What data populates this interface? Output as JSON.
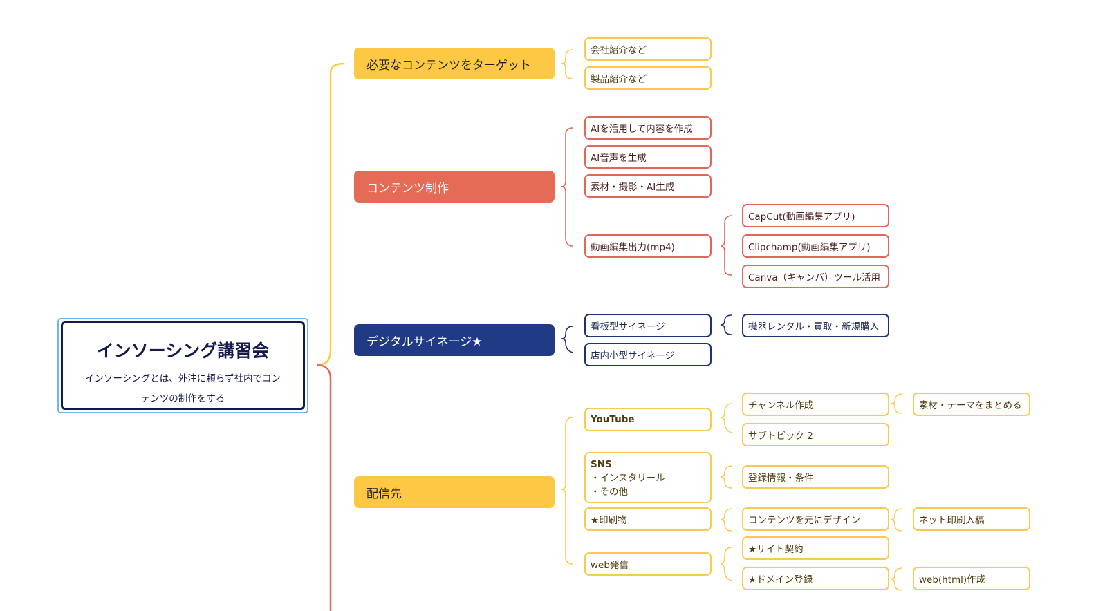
{
  "colors": {
    "yellow": "#fdc843",
    "red": "#e56b57",
    "blue": "#213a85",
    "navy": "#141a4d",
    "leaf_yellow_border": "#f8cb50",
    "leaf_red_border": "#e0675b",
    "leaf_blue_border": "#1e3270"
  },
  "root": {
    "title": "インソーシング講習会",
    "desc_line1": "インソーシングとは、外注に頼らず社内でコン",
    "desc_line2": "テンツの制作をする"
  },
  "branches": {
    "target": {
      "label": "必要なコンテンツをターゲット",
      "children": [
        "会社紹介など",
        "製品紹介など"
      ]
    },
    "production": {
      "label": "コンテンツ制作",
      "children": [
        "AIを活用して内容を作成",
        "AI音声を生成",
        "素材・撮影・AI生成",
        "動画編集出力(mp4)"
      ],
      "video_tools": [
        "CapCut(動画編集アプリ)",
        "Clipchamp(動画編集アプリ)",
        "Canva（キャンバ）ツール活用"
      ]
    },
    "signage": {
      "label": "デジタルサイネージ★",
      "children": [
        "看板型サイネージ",
        "店内小型サイネージ"
      ],
      "billboard_child": "機器レンタル・買取・新規購入"
    },
    "delivery": {
      "label": "配信先",
      "youtube": "YouTube",
      "youtube_children": [
        "チャンネル作成",
        "サブトピック 2"
      ],
      "channel_child": "素材・テーマをまとめる",
      "sns_title": "SNS",
      "sns_items": [
        "・インスタリール",
        "・その他"
      ],
      "sns_child": "登録情報・条件",
      "print": "★印刷物",
      "print_child": "コンテンツを元にデザイン",
      "design_child": "ネット印刷入稿",
      "web": "web発信",
      "web_children": [
        "★サイト契約",
        "★ドメイン登録"
      ],
      "domain_child": "web(html)作成"
    }
  }
}
